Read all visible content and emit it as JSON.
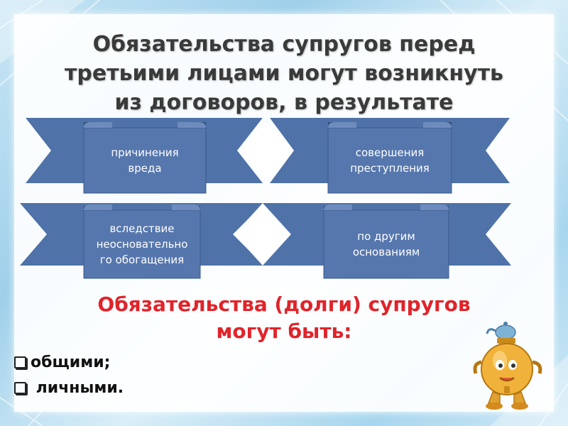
{
  "slide": {
    "title_lines": [
      "Обязательства супругов перед",
      "третьими лицами могут возникнуть",
      "из договоров, в результате"
    ],
    "banners": [
      {
        "label_lines": [
          "причинения",
          "вреда"
        ]
      },
      {
        "label_lines": [
          "совершения",
          "преступления"
        ]
      },
      {
        "label_lines": [
          "вследствие",
          "неосновательно",
          "го обогащения"
        ]
      },
      {
        "label_lines": [
          "по другим",
          "основаниям"
        ]
      }
    ],
    "subtitle_lines": [
      "Обязательства (долги) супругов",
      "могут быть:"
    ],
    "bullets": [
      "общими;",
      " личными."
    ]
  },
  "colors": {
    "banner_fill": "#4f72a8",
    "banner_dark": "#354f7a",
    "title_text": "#3a3a3a",
    "subtitle_text": "#e0242a",
    "background": "#b7dcf0"
  },
  "icons": [
    "checkbox-bullet-icon",
    "samovar-mascot-icon"
  ]
}
